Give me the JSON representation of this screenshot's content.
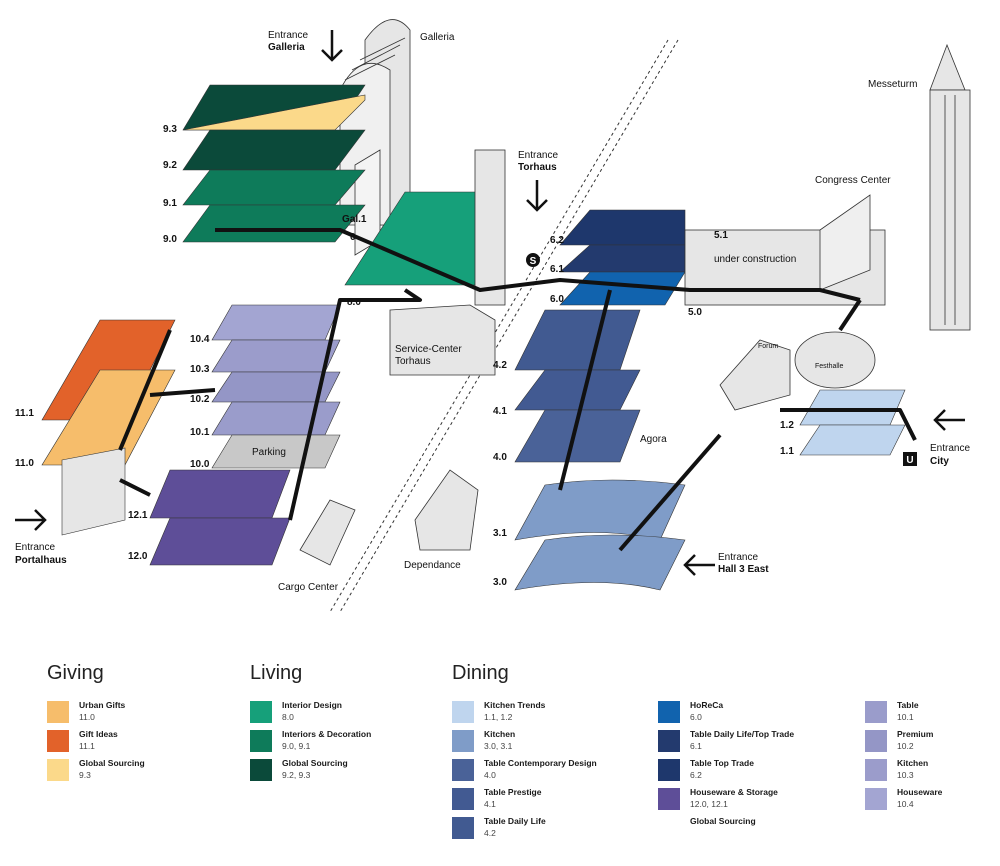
{
  "entrances": {
    "galleria": {
      "word": "Entrance",
      "name": "Galleria"
    },
    "torhaus": {
      "word": "Entrance",
      "name": "Torhaus"
    },
    "portalhaus": {
      "word": "Entrance",
      "name": "Portalhaus"
    },
    "hall3east": {
      "word": "Entrance",
      "name": "Hall 3 East"
    },
    "city": {
      "word": "Entrance",
      "name": "City"
    }
  },
  "buildings": {
    "galleria": "Galleria",
    "messeturm": "Messeturm",
    "congress_center": "Congress Center",
    "under_construction": "under construction",
    "service_center_1": "Service-Center",
    "service_center_2": "Torhaus",
    "parking": "Parking",
    "agora": "Agora",
    "dependance": "Dependance",
    "cargo_center": "Cargo Center",
    "forum": "Forum",
    "festhalle": "Festhalle"
  },
  "halls": {
    "h9_3": "9.3",
    "h9_2": "9.2",
    "h9_1": "9.1",
    "h9_0": "9.0",
    "gal1": "Gal.1",
    "gal0": "0",
    "h8_0": "8.0",
    "h6_2": "6.2",
    "h6_1": "6.1",
    "h6_0": "6.0",
    "h5_1": "5.1",
    "h5_0": "5.0",
    "h10_4": "10.4",
    "h10_3": "10.3",
    "h10_2": "10.2",
    "h10_1": "10.1",
    "h10_0": "10.0",
    "h11_1": "11.1",
    "h11_0": "11.0",
    "h12_1": "12.1",
    "h12_0": "12.0",
    "h4_2": "4.2",
    "h4_1": "4.1",
    "h4_0": "4.0",
    "h3_1": "3.1",
    "h3_0": "3.0",
    "h1_2": "1.2",
    "h1_1": "1.1"
  },
  "symbols": {
    "s_bahn": "S",
    "u_bahn": "U"
  },
  "colors": {
    "urban_gifts": "#F6BD6B",
    "gift_ideas": "#E2622A",
    "global_sourcing_giving": "#FBD98A",
    "interior_design": "#16A07A",
    "interiors_decoration": "#0E7B5A",
    "global_sourcing_living": "#0B4A3A",
    "kitchen_trends": "#BFD5EE",
    "kitchen_3": "#7F9CC8",
    "table_contemporary": "#4A6298",
    "table_prestige": "#425A92",
    "table_daily_life": "#415A91",
    "horeca": "#1163AE",
    "table_daily_top": "#233A6E",
    "table_top_trade": "#1E376C",
    "houseware_storage": "#5E4E98",
    "table": "#9A9CCB",
    "premium": "#9496C6",
    "kitchen_10": "#9B9CCB",
    "houseware": "#A3A5D2",
    "parking": "#C8C8C8",
    "building": "#E6E6E6",
    "path": "#111111"
  },
  "legend": {
    "giving": {
      "title": "Giving",
      "items": [
        {
          "name": "Urban Gifts",
          "halls": "11.0"
        },
        {
          "name": "Gift Ideas",
          "halls": "11.1"
        },
        {
          "name": "Global Sourcing",
          "halls": "9.3"
        }
      ]
    },
    "living": {
      "title": "Living",
      "items": [
        {
          "name": "Interior Design",
          "halls": "8.0"
        },
        {
          "name": "Interiors & Decoration",
          "halls": "9.0, 9.1"
        },
        {
          "name": "Global Sourcing",
          "halls": "9.2, 9.3"
        }
      ]
    },
    "dining": {
      "title": "Dining",
      "col1": [
        {
          "name": "Kitchen Trends",
          "halls": "1.1, 1.2"
        },
        {
          "name": "Kitchen",
          "halls": "3.0, 3.1"
        },
        {
          "name": "Table Contemporary Design",
          "halls": "4.0"
        },
        {
          "name": "Table Prestige",
          "halls": "4.1"
        },
        {
          "name": "Table Daily Life",
          "halls": "4.2"
        }
      ],
      "col2": [
        {
          "name": "HoReCa",
          "halls": "6.0"
        },
        {
          "name": "Table Daily Life/Top Trade",
          "halls": "6.1"
        },
        {
          "name": "Table Top Trade",
          "halls": "6.2"
        },
        {
          "name": "Houseware & Storage",
          "halls": "12.0, 12.1"
        },
        {
          "name": "Global Sourcing",
          "halls": ""
        }
      ],
      "col3": [
        {
          "name": "Table",
          "halls": "10.1"
        },
        {
          "name": "Premium",
          "halls": "10.2"
        },
        {
          "name": "Kitchen",
          "halls": "10.3"
        },
        {
          "name": "Houseware",
          "halls": "10.4"
        }
      ]
    }
  }
}
